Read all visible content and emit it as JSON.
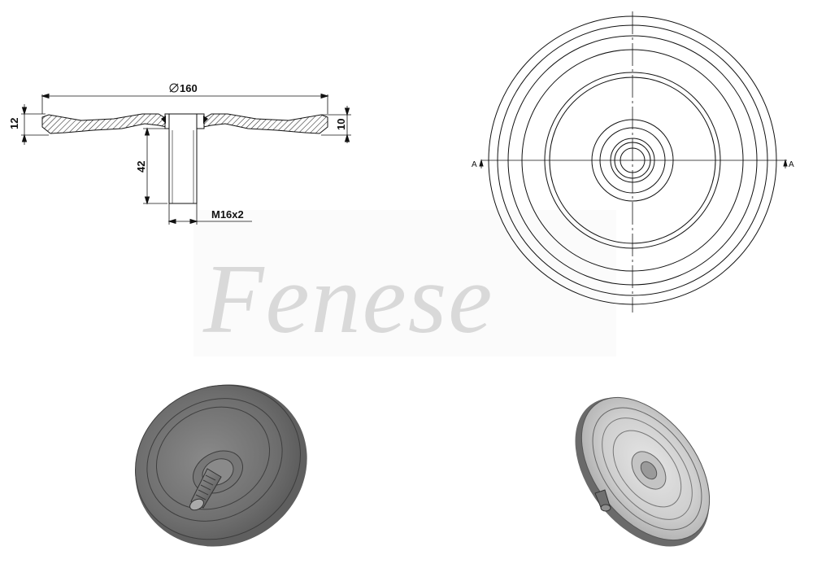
{
  "watermark": {
    "text": "Fenese"
  },
  "side_view": {
    "diameter_label": "160",
    "total_height_label": "12",
    "rim_height_label": "10",
    "stem_length_label": "42",
    "thread_label": "M16x2"
  },
  "front_view": {
    "section_left_label": "A",
    "section_right_label": "A"
  },
  "colors": {
    "line": "#111111",
    "watermark": "#d9d9d9",
    "part_dark": "#7a7a7a",
    "part_light": "#d2d2d2"
  }
}
